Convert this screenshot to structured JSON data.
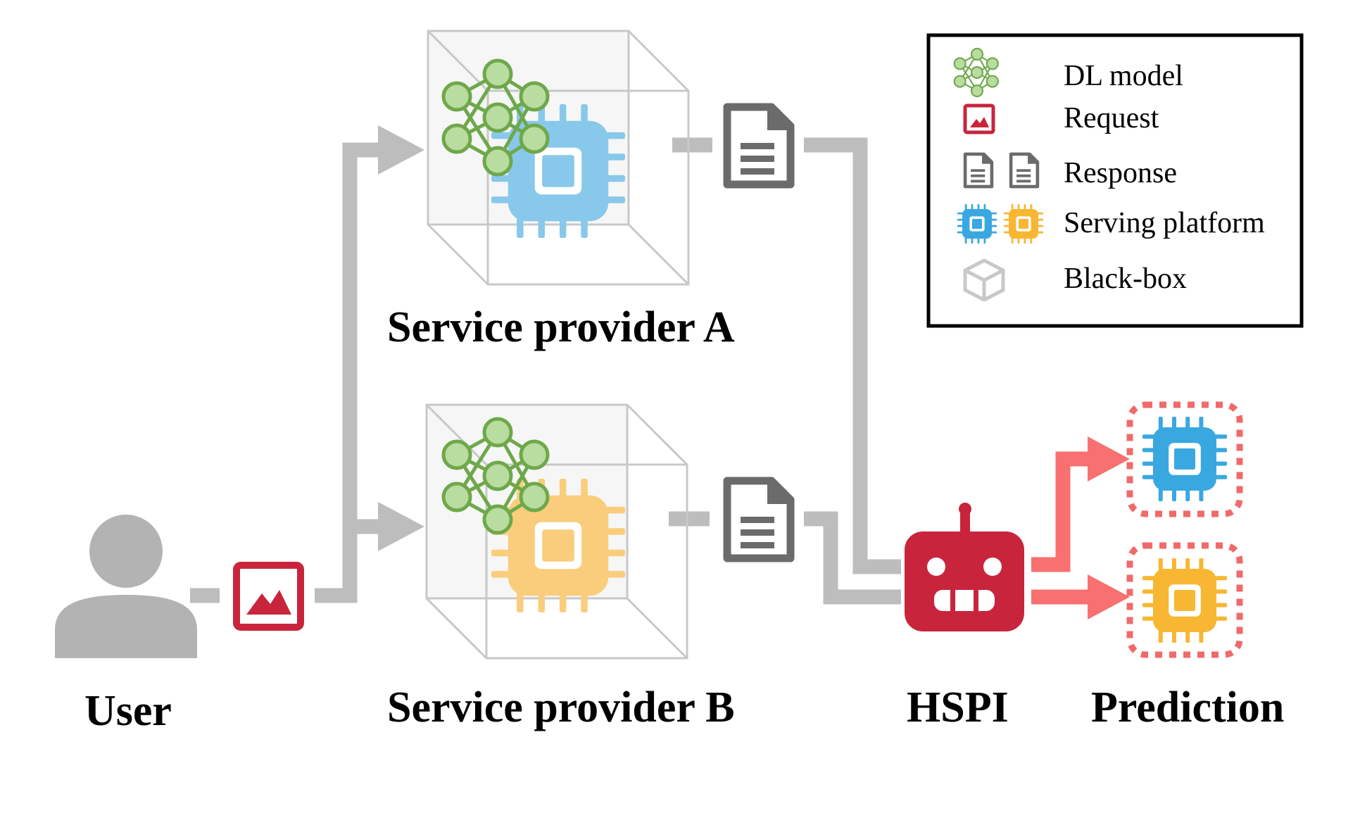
{
  "colors": {
    "arrow_gray": "#bdbdbd",
    "arrow_red": "#f87070",
    "user_gray": "#b3b3b3",
    "request_red": "#c8253c",
    "doc_gray": "#6b6b6b",
    "chip_blue": "#3aa8e0",
    "chip_blue_light": "#88c8ea",
    "chip_orange": "#f7b733",
    "chip_orange_light": "#f9cd7c",
    "nn_green": "#6ea84a",
    "nn_fill": "#b9dca0",
    "robot_red": "#c8253c",
    "box_edge": "#c8c8c8",
    "box_fill": "#f3f3f3",
    "dotted_red": "#f06a6a"
  },
  "labels": {
    "user": "User",
    "provider_a": "Service provider A",
    "provider_b": "Service provider B",
    "hspi": "HSPI",
    "prediction": "Prediction"
  },
  "legend": {
    "items": [
      {
        "text": "DL model",
        "icon": "neural-network-icon"
      },
      {
        "text": "Request",
        "icon": "image-icon"
      },
      {
        "text": "Response",
        "icon": "document-icon"
      },
      {
        "text": "Serving platform",
        "icon": "chip-icon"
      },
      {
        "text": "Black-box",
        "icon": "cube-icon"
      }
    ]
  }
}
